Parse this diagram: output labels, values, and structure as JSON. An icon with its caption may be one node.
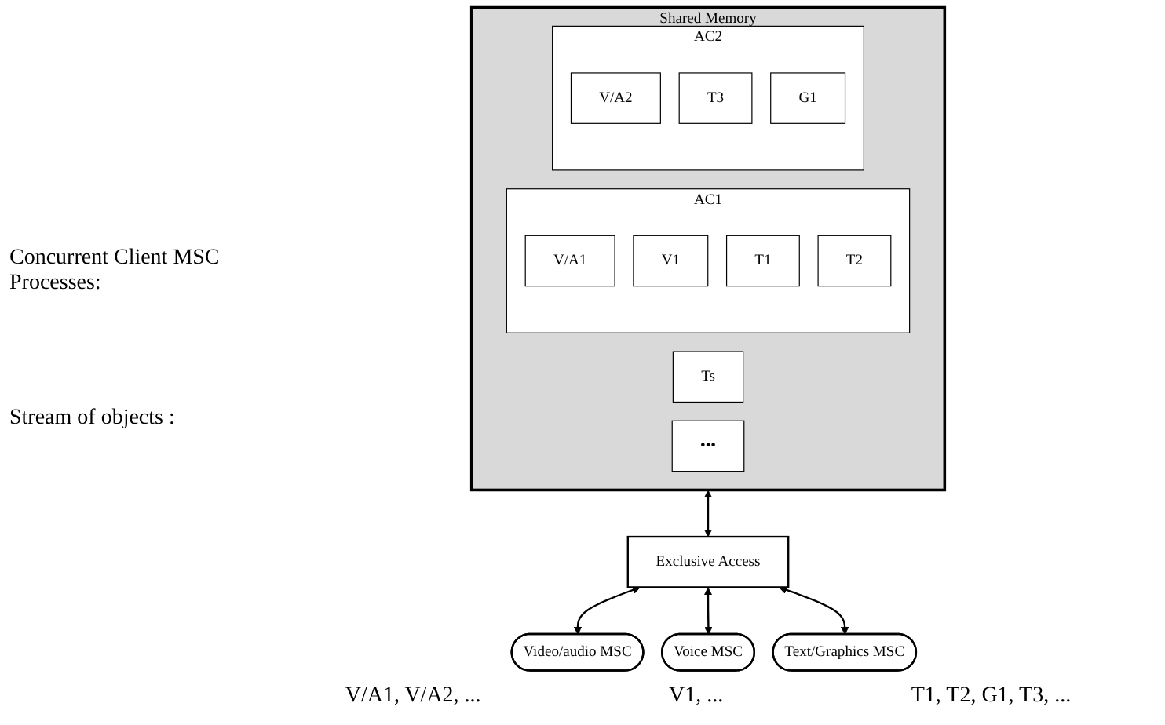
{
  "diagram": {
    "nodes": [
      {
        "text": [
          "Shared Memory"
        ]
      },
      {
        "text": [
          "Ts"
        ],
        "in": 0
      },
      {
        "text": [
          "AC1"
        ],
        "in": 0
      },
      {
        "text": [
          "V/A1"
        ],
        "in": 2
      },
      {
        "text": [
          "V1"
        ],
        "in": 2
      },
      {
        "text": [
          "T1"
        ],
        "in": 2
      },
      {
        "text": [
          "T2"
        ],
        "in": 2
      },
      {
        "text": [
          "AC2"
        ],
        "in": 0
      },
      {
        "text": [
          "V/A2"
        ],
        "in": 7
      },
      {
        "text": [
          "T3"
        ],
        "in": 7
      },
      {
        "text": [
          "G1"
        ],
        "in": 7
      },
      {
        "text": [
          "•••"
        ],
        "in": 0
      },
      {
        "text": [
          "Exclusive Access"
        ]
      },
      {
        "text": [
          "Video/audio MSC"
        ]
      },
      {
        "text": [
          "Voice MSC"
        ]
      },
      {
        "text": [
          "Text/Graphics MSC"
        ]
      }
    ],
    "edges": [
      {
        "from": 0,
        "to": 12,
        "arrow": "both"
      },
      {
        "from": 12,
        "to": 13,
        "arrow": "both"
      },
      {
        "from": 12,
        "to": 14,
        "arrow": "both"
      },
      {
        "from": 12,
        "to": 15,
        "arrow": "both"
      }
    ],
    "labels": [
      "Concurrent Client MSC Processes:",
      "Stream of objects :",
      "V/A1, V/A2, ...",
      "V1, ...",
      "T1, T2, G1, T3, ..."
    ]
  }
}
